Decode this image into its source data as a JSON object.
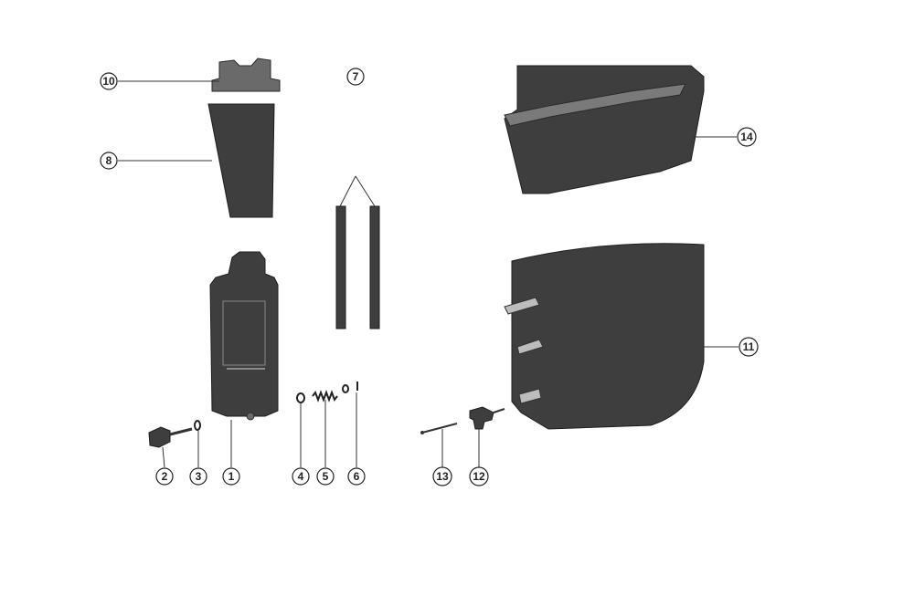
{
  "callouts": [
    {
      "id": "10",
      "label": "10"
    },
    {
      "id": "7",
      "label": "7"
    },
    {
      "id": "8",
      "label": "8"
    },
    {
      "id": "14",
      "label": "14"
    },
    {
      "id": "11",
      "label": "11"
    },
    {
      "id": "2",
      "label": "2"
    },
    {
      "id": "3",
      "label": "3"
    },
    {
      "id": "1",
      "label": "1"
    },
    {
      "id": "4",
      "label": "4"
    },
    {
      "id": "5",
      "label": "5"
    },
    {
      "id": "6",
      "label": "6"
    },
    {
      "id": "13",
      "label": "13"
    },
    {
      "id": "12",
      "label": "12"
    }
  ],
  "colors": {
    "part_fill": "#3e3e3e",
    "part_stroke": "#1e1e1e",
    "paper": "#ffffff"
  }
}
